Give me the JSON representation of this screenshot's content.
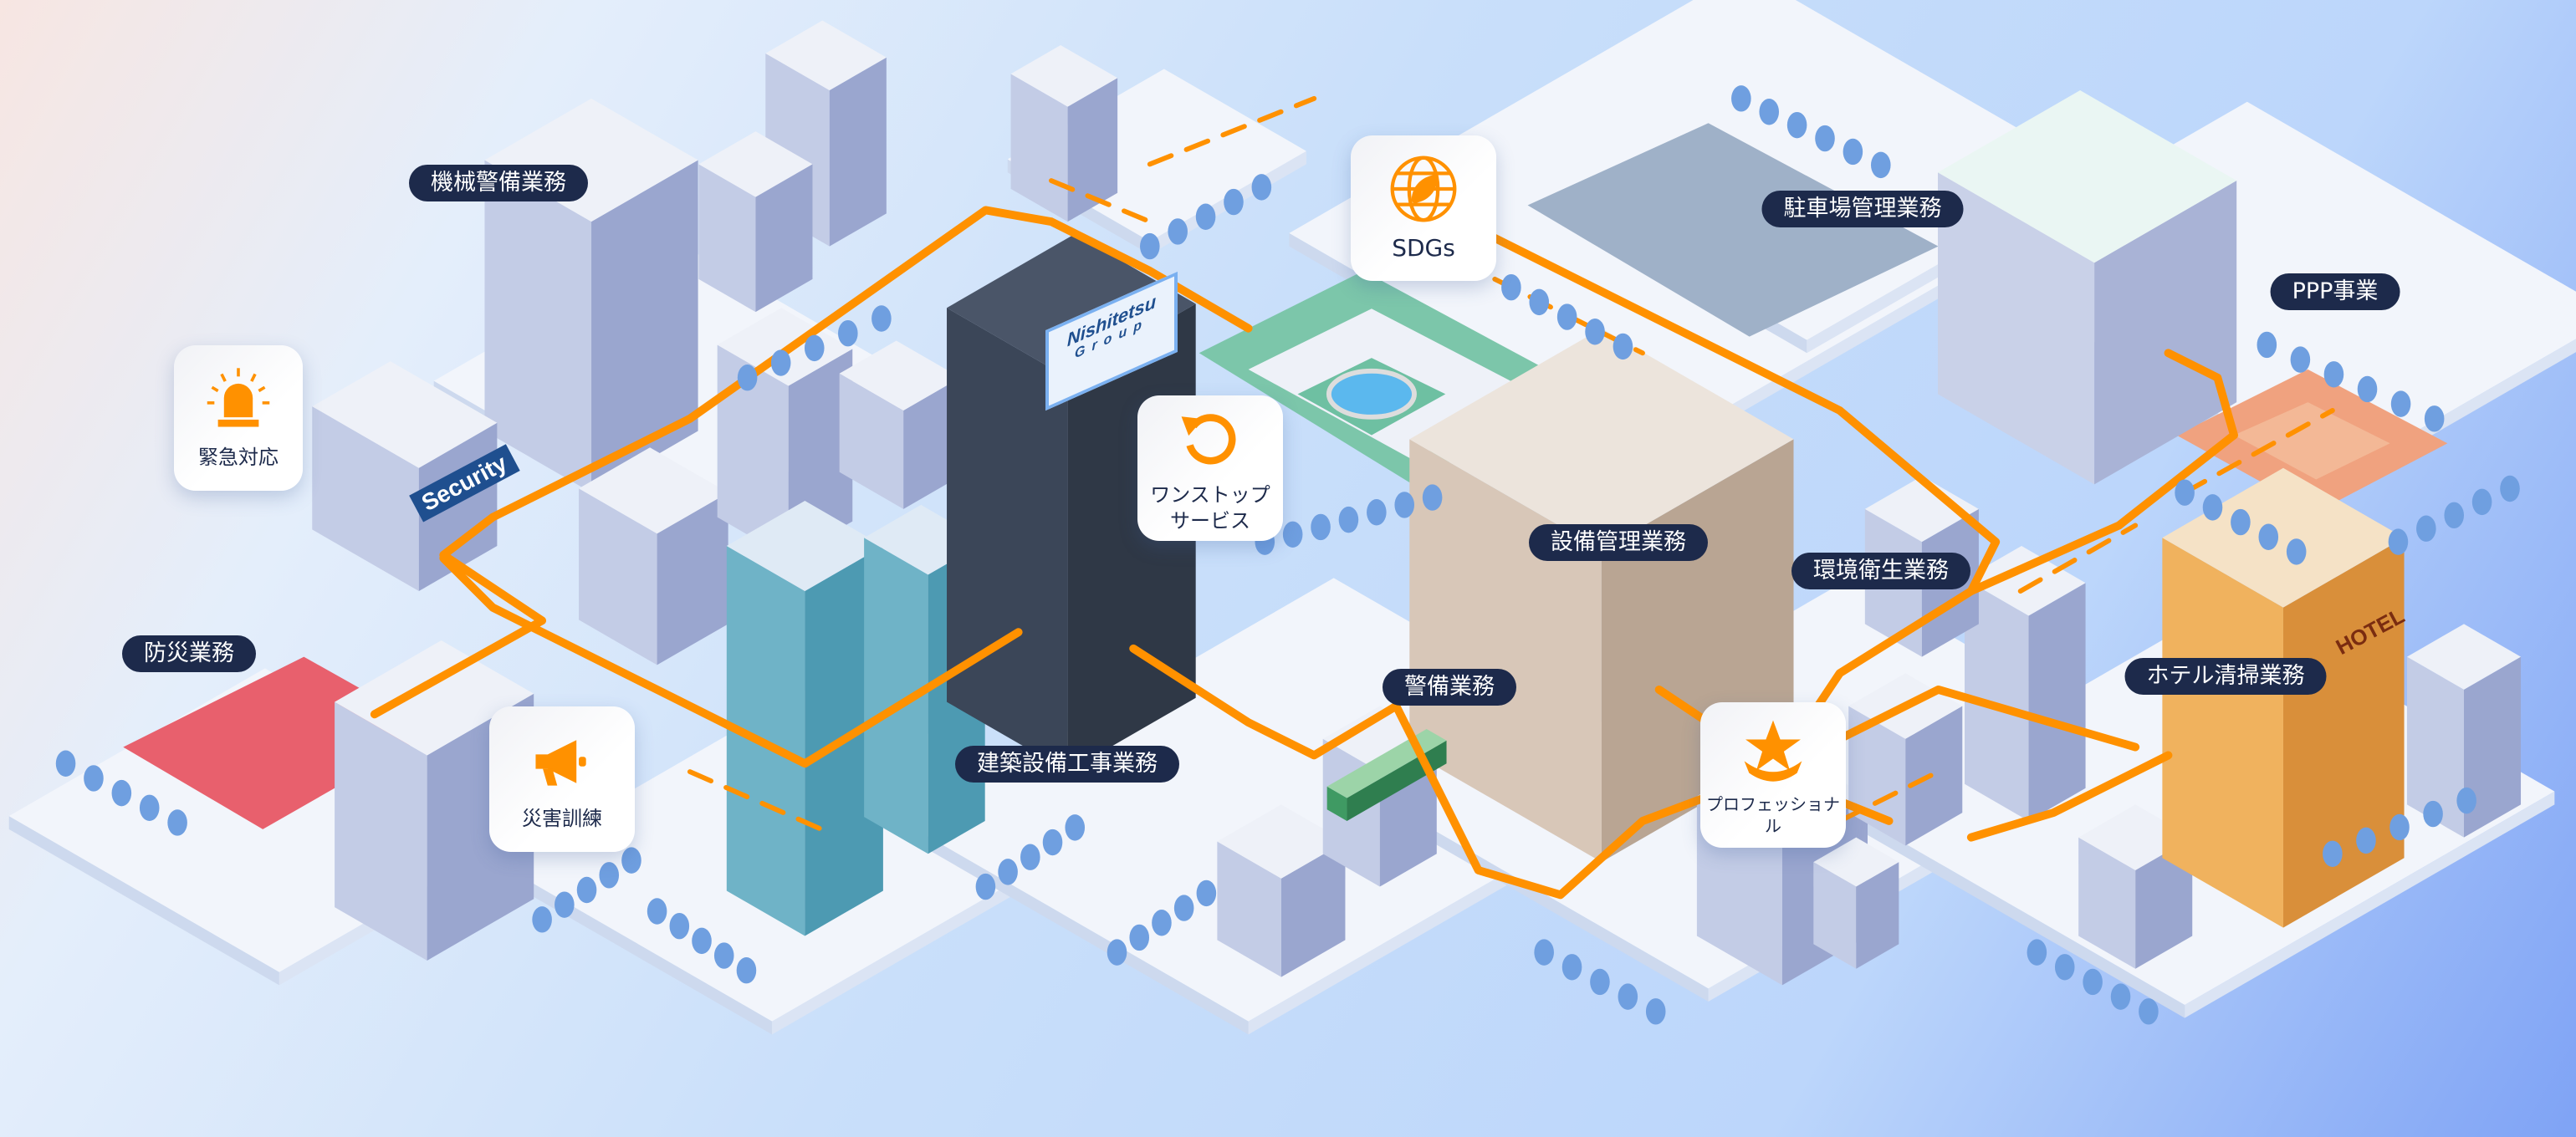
{
  "labels": {
    "machine_security": "機械警備業務",
    "disaster_prevention": "防災業務",
    "construction": "建築設備工事業務",
    "parking": "駐車場管理業務",
    "ppp": "PPP事業",
    "facility_management": "設備管理業務",
    "environmental_hygiene": "環境衛生業務",
    "security": "警備業務",
    "hotel_cleaning": "ホテル清掃業務"
  },
  "cards": {
    "emergency": {
      "label": "緊急対応",
      "icon": "siren-icon"
    },
    "disaster_drill": {
      "label": "災害訓練",
      "icon": "megaphone-icon"
    },
    "one_stop": {
      "label": "ワンストップ\nサービス",
      "icon": "rotate-arrow-icon"
    },
    "sdgs": {
      "label": "SDGs",
      "icon": "globe-leaf-icon"
    },
    "professional": {
      "label": "プロフェッショナル",
      "icon": "star-badge-icon"
    }
  },
  "signs": {
    "security": "Security",
    "brand_line1": "Nishitetsu",
    "brand_line2": "Group",
    "hotel": "HOTEL"
  },
  "colors": {
    "accent": "#ff9100",
    "label_bg": "#1d2a4b",
    "disaster_zone": "#e8606d",
    "track": "#f0866a"
  }
}
